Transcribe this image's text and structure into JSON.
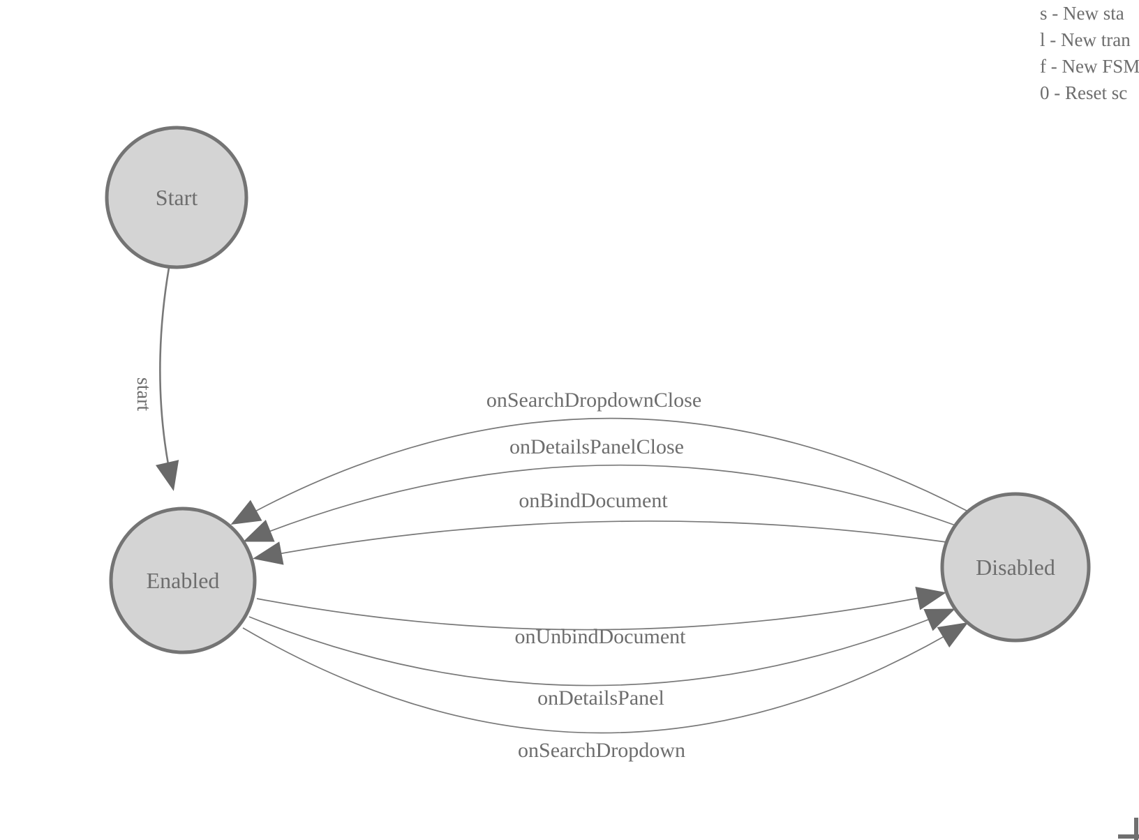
{
  "legend": {
    "shortcuts": [
      "s - New sta",
      "l - New tran",
      "f - New FSM",
      "0 - Reset sc"
    ]
  },
  "diagram": {
    "type": "state-machine",
    "states": [
      {
        "label": "Start"
      },
      {
        "label": "Enabled"
      },
      {
        "label": "Disabled"
      }
    ],
    "transitions": [
      {
        "label": "start",
        "from": "Start",
        "to": "Enabled"
      },
      {
        "label": "onSearchDropdownClose",
        "from": "Disabled",
        "to": "Enabled"
      },
      {
        "label": "onDetailsPanelClose",
        "from": "Disabled",
        "to": "Enabled"
      },
      {
        "label": "onBindDocument",
        "from": "Disabled",
        "to": "Enabled"
      },
      {
        "label": "onUnbindDocument",
        "from": "Enabled",
        "to": "Disabled"
      },
      {
        "label": "onDetailsPanel",
        "from": "Enabled",
        "to": "Disabled"
      },
      {
        "label": "onSearchDropdown",
        "from": "Enabled",
        "to": "Disabled"
      }
    ],
    "colors": {
      "state_fill": "#d4d4d4",
      "state_stroke": "#747474",
      "edge_stroke": "#787878",
      "arrow_fill": "#696969",
      "text": "#6d6d6d"
    }
  }
}
